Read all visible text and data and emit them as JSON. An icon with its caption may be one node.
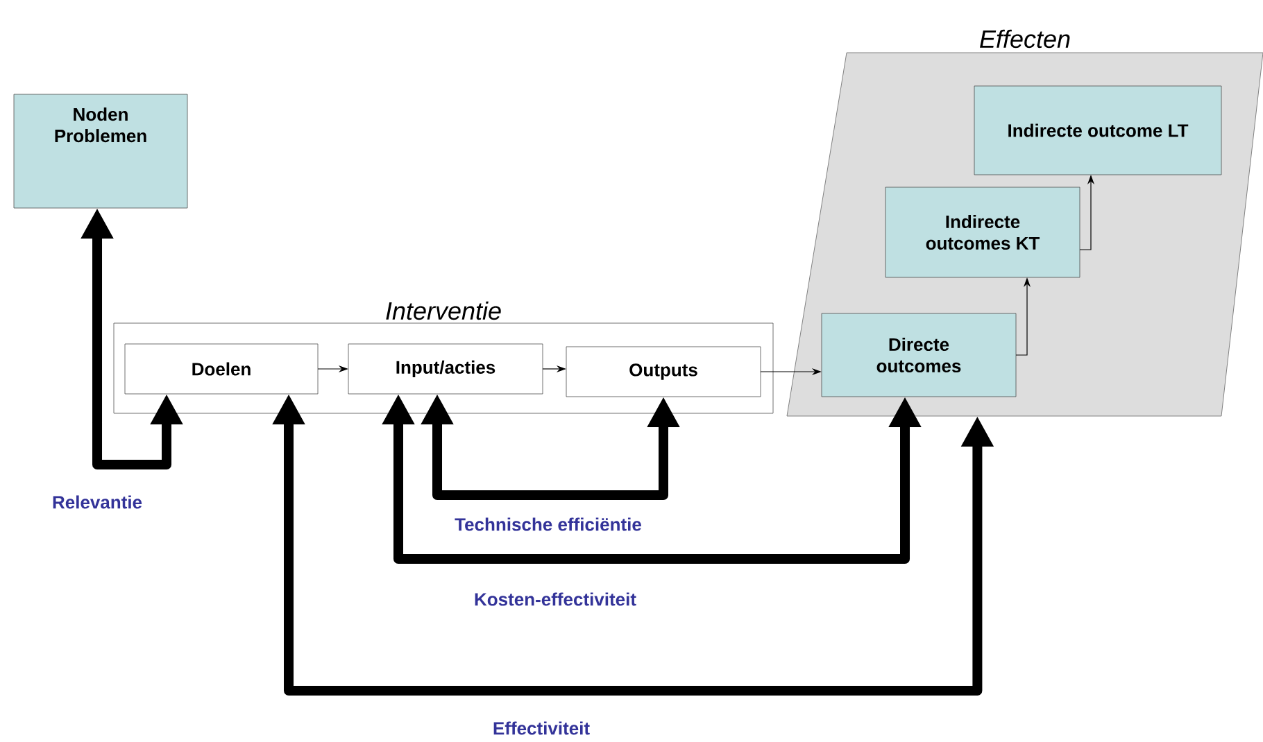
{
  "diagram": {
    "nodes": [
      {
        "text": [
          "Noden Problemen"
        ]
      },
      {
        "text": [
          "Interventie"
        ]
      },
      {
        "text": [
          "Doelen"
        ],
        "in": 1
      },
      {
        "text": [
          "Input/acties"
        ],
        "in": 1
      },
      {
        "text": [
          "Outputs"
        ],
        "in": 1
      },
      {
        "text": [
          "Effecten"
        ]
      },
      {
        "text": [
          "Directe outcomes"
        ],
        "in": 5
      },
      {
        "text": [
          "Indirecte outcomes KT"
        ],
        "in": 5
      },
      {
        "text": [
          "Indirecte outcome LT"
        ],
        "in": 5
      }
    ],
    "edges": [
      {
        "from": 2,
        "to": 3,
        "arrow": "to"
      },
      {
        "from": 3,
        "to": 4,
        "arrow": "to"
      },
      {
        "from": 4,
        "to": 6,
        "arrow": "to"
      },
      {
        "from": 6,
        "to": 7,
        "arrow": "to"
      },
      {
        "from": 7,
        "to": 8,
        "arrow": "to"
      },
      {
        "from": 2,
        "to": 0,
        "arrow": "both",
        "style": "thick",
        "label": "Relevantie"
      },
      {
        "from": 3,
        "to": 4,
        "arrow": "both",
        "style": "thick",
        "label": "Technische efficiëntie"
      },
      {
        "from": 3,
        "to": 6,
        "arrow": "both",
        "style": "thick",
        "label": "Kosten-effectiviteit"
      },
      {
        "from": 2,
        "to": 5,
        "arrow": "both",
        "style": "thick",
        "label": "Effectiviteit"
      }
    ]
  }
}
